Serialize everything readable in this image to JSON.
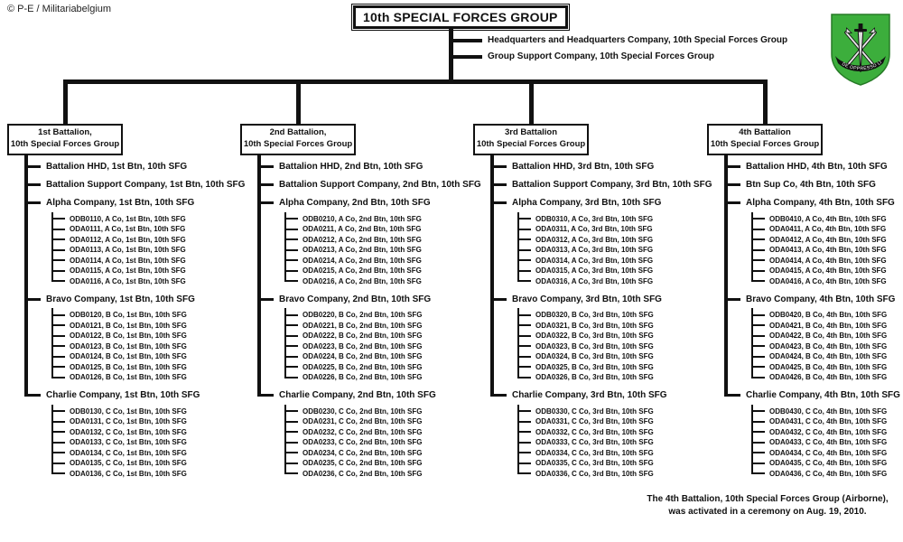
{
  "copyright": "© P-E / Militariabelgium",
  "title": "10th SPECIAL FORCES GROUP",
  "group_units": [
    "Headquarters and Headquarters Company, 10th Special Forces Group",
    "Group Support Company, 10th Special Forces Group"
  ],
  "logo": {
    "name": "10th Special Forces Group beret flash",
    "motto": "DE OPPRESSO LIBER",
    "green": "#3cae3c"
  },
  "footnote": {
    "line1": "The 4th Battalion, 10th Special Forces Group (Airborne),",
    "line2": "was activated in a ceremony on Aug. 19, 2010."
  },
  "battalions": [
    {
      "box_line1": "1st Battalion,",
      "box_line2": "10th Special Forces Group",
      "children": [
        {
          "label": "Battalion HHD, 1st Btn, 10th SFG",
          "teams": []
        },
        {
          "label": "Battalion Support Company, 1st Btn, 10th SFG",
          "teams": []
        },
        {
          "label": "Alpha Company, 1st Btn, 10th SFG",
          "teams": [
            "ODB0110, A Co, 1st Btn, 10th SFG",
            "ODA0111, A Co, 1st Btn, 10th SFG",
            "ODA0112, A Co, 1st Btn, 10th SFG",
            "ODA0113, A Co, 1st Btn, 10th SFG",
            "ODA0114, A Co, 1st Btn, 10th SFG",
            "ODA0115, A Co, 1st Btn, 10th SFG",
            "ODA0116, A Co, 1st Btn, 10th SFG"
          ]
        },
        {
          "label": "Bravo Company, 1st Btn, 10th SFG",
          "teams": [
            "ODB0120, B Co, 1st Btn, 10th SFG",
            "ODA0121, B Co, 1st Btn, 10th SFG",
            "ODA0122, B Co, 1st Btn, 10th SFG",
            "ODA0123, B Co, 1st Btn, 10th SFG",
            "ODA0124, B Co, 1st Btn, 10th SFG",
            "ODA0125, B Co, 1st Btn, 10th SFG",
            "ODA0126, B Co, 1st Btn, 10th SFG"
          ]
        },
        {
          "label": "Charlie Company, 1st Btn, 10th SFG",
          "teams": [
            "ODB0130, C Co, 1st Btn, 10th SFG",
            "ODA0131, C Co, 1st Btn, 10th SFG",
            "ODA0132, C Co, 1st Btn, 10th SFG",
            "ODA0133, C Co, 1st Btn, 10th SFG",
            "ODA0134, C Co, 1st Btn, 10th SFG",
            "ODA0135, C Co, 1st Btn, 10th SFG",
            "ODA0136, C Co, 1st Btn, 10th SFG"
          ]
        }
      ]
    },
    {
      "box_line1": "2nd Battalion,",
      "box_line2": "10th Special Forces Group",
      "children": [
        {
          "label": "Battalion HHD, 2nd Btn, 10th SFG",
          "teams": []
        },
        {
          "label": "Battalion Support Company, 2nd Btn, 10th SFG",
          "teams": []
        },
        {
          "label": "Alpha Company, 2nd Btn, 10th SFG",
          "teams": [
            "ODB0210, A Co, 2nd Btn, 10th SFG",
            "ODA0211, A Co, 2nd Btn, 10th SFG",
            "ODA0212, A Co, 2nd Btn, 10th SFG",
            "ODA0213, A Co, 2nd Btn, 10th SFG",
            "ODA0214, A Co, 2nd Btn, 10th SFG",
            "ODA0215, A Co, 2nd Btn, 10th SFG",
            "ODA0216, A Co, 2nd Btn, 10th SFG"
          ]
        },
        {
          "label": "Bravo Company, 2nd Btn, 10th SFG",
          "teams": [
            "ODB0220, B Co, 2nd Btn, 10th SFG",
            "ODA0221, B Co, 2nd Btn, 10th SFG",
            "ODA0222, B Co, 2nd Btn, 10th SFG",
            "ODA0223, B Co, 2nd Btn, 10th SFG",
            "ODA0224, B Co, 2nd Btn, 10th SFG",
            "ODA0225, B Co, 2nd Btn, 10th SFG",
            "ODA0226, B Co, 2nd Btn, 10th SFG"
          ]
        },
        {
          "label": "Charlie Company, 2nd Btn, 10th SFG",
          "teams": [
            "ODB0230, C Co, 2nd Btn, 10th SFG",
            "ODA0231, C Co, 2nd Btn, 10th SFG",
            "ODA0232, C Co, 2nd Btn, 10th SFG",
            "ODA0233, C Co, 2nd Btn, 10th SFG",
            "ODA0234, C Co, 2nd Btn, 10th SFG",
            "ODA0235, C Co, 2nd Btn, 10th SFG",
            "ODA0236, C Co, 2nd Btn, 10th SFG"
          ]
        }
      ]
    },
    {
      "box_line1": "3rd Battalion",
      "box_line2": "10th Special Forces Group",
      "children": [
        {
          "label": "Battalion HHD, 3rd Btn, 10th SFG",
          "teams": []
        },
        {
          "label": "Battalion Support Company, 3rd Btn, 10th SFG",
          "teams": []
        },
        {
          "label": "Alpha Company, 3rd Btn, 10th SFG",
          "teams": [
            "ODB0310, A Co, 3rd Btn, 10th SFG",
            "ODA0311, A Co, 3rd Btn, 10th SFG",
            "ODA0312, A Co, 3rd Btn, 10th SFG",
            "ODA0313, A Co, 3rd Btn, 10th SFG",
            "ODA0314, A Co, 3rd Btn, 10th SFG",
            "ODA0315, A Co, 3rd Btn, 10th SFG",
            "ODA0316, A Co, 3rd Btn, 10th SFG"
          ]
        },
        {
          "label": "Bravo Company, 3rd Btn, 10th SFG",
          "teams": [
            "ODB0320, B Co, 3rd Btn, 10th SFG",
            "ODA0321, B Co, 3rd Btn, 10th SFG",
            "ODA0322, B Co, 3rd Btn, 10th SFG",
            "ODA0323, B Co, 3rd Btn, 10th SFG",
            "ODA0324, B Co, 3rd Btn, 10th SFG",
            "ODA0325, B Co, 3rd Btn, 10th SFG",
            "ODA0326, B Co, 3rd Btn, 10th SFG"
          ]
        },
        {
          "label": "Charlie Company, 3rd Btn, 10th SFG",
          "teams": [
            "ODB0330, C Co, 3rd Btn, 10th SFG",
            "ODA0331, C Co, 3rd Btn, 10th SFG",
            "ODA0332, C Co, 3rd Btn, 10th SFG",
            "ODA0333, C Co, 3rd Btn, 10th SFG",
            "ODA0334, C Co, 3rd Btn, 10th SFG",
            "ODA0335, C Co, 3rd Btn, 10th SFG",
            "ODA0336, C Co, 3rd Btn, 10th SFG"
          ]
        }
      ]
    },
    {
      "box_line1": "4th Battalion",
      "box_line2": "10th Special Forces Group",
      "children": [
        {
          "label": "Battalion HHD, 4th Btn, 10th SFG",
          "teams": []
        },
        {
          "label": "Btn Sup Co, 4th Btn, 10th SFG",
          "teams": []
        },
        {
          "label": "Alpha Company, 4th Btn, 10th SFG",
          "teams": [
            "ODB0410, A Co, 4th Btn, 10th SFG",
            "ODA0411, A Co, 4th Btn, 10th SFG",
            "ODA0412, A Co, 4th Btn, 10th SFG",
            "ODA0413, A Co, 4th Btn, 10th SFG",
            "ODA0414, A Co, 4th Btn, 10th SFG",
            "ODA0415, A Co, 4th Btn, 10th SFG",
            "ODA0416, A Co, 4th Btn, 10th SFG"
          ]
        },
        {
          "label": "Bravo Company, 4th Btn, 10th SFG",
          "teams": [
            "ODB0420, B Co, 4th Btn, 10th SFG",
            "ODA0421, B Co, 4th Btn, 10th SFG",
            "ODA0422, B Co, 4th Btn, 10th SFG",
            "ODA0423, B Co, 4th Btn, 10th SFG",
            "ODA0424, B Co, 4th Btn, 10th SFG",
            "ODA0425, B Co, 4th Btn, 10th SFG",
            "ODA0426, B Co, 4th Btn, 10th SFG"
          ]
        },
        {
          "label": "Charlie Company, 4th Btn, 10th SFG",
          "teams": [
            "ODB0430, C Co, 4th Btn, 10th SFG",
            "ODA0431, C Co, 4th Btn, 10th SFG",
            "ODA0432, C Co, 4th Btn, 10th SFG",
            "ODA0433, C Co, 4th Btn, 10th SFG",
            "ODA0434, C Co, 4th Btn, 10th SFG",
            "ODA0435, C Co, 4th Btn, 10th SFG",
            "ODA0436, C Co, 4th Btn, 10th SFG"
          ]
        }
      ]
    }
  ]
}
